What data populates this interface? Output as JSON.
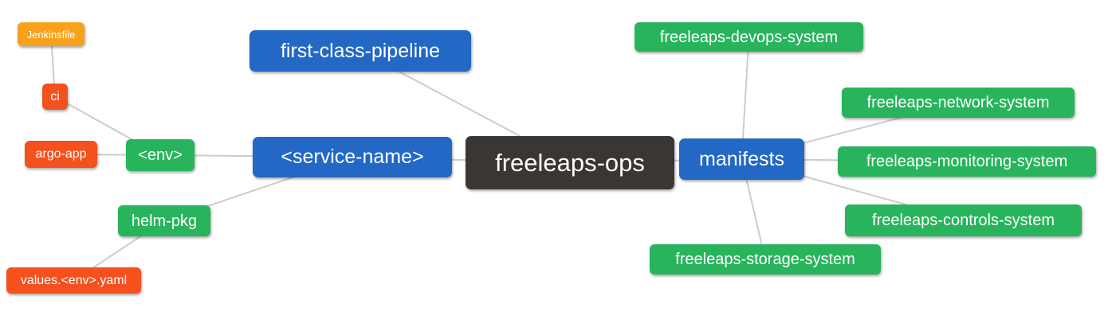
{
  "colors": {
    "root_dark": "#3A3633",
    "level2_blue": "#2268C4",
    "level3_green": "#28B45C",
    "level4_red": "#F4511E",
    "level5_orange": "#F9A11B",
    "edge": "#CCCCCC",
    "node_text": "#FFFFFF",
    "background": "#FFFFFF"
  },
  "nodes": {
    "freeleaps_ops": {
      "label": "freeleaps-ops"
    },
    "first_class_pipeline": {
      "label": "first-class-pipeline"
    },
    "service_name": {
      "label": "<service-name>"
    },
    "manifests": {
      "label": "manifests"
    },
    "env": {
      "label": "<env>"
    },
    "helm_pkg": {
      "label": "helm-pkg"
    },
    "argo_app": {
      "label": "argo-app"
    },
    "ci": {
      "label": "ci"
    },
    "jenkinsfile": {
      "label": "Jenkinsfile"
    },
    "values_env_yaml": {
      "label": "values.<env>.yaml"
    },
    "devops_system": {
      "label": "freeleaps-devops-system"
    },
    "network_system": {
      "label": "freeleaps-network-system"
    },
    "monitoring_system": {
      "label": "freeleaps-monitoring-system"
    },
    "controls_system": {
      "label": "freeleaps-controls-system"
    },
    "storage_system": {
      "label": "freeleaps-storage-system"
    }
  },
  "edges": [
    [
      "jenkinsfile",
      "ci"
    ],
    [
      "ci",
      "env"
    ],
    [
      "argo_app",
      "env"
    ],
    [
      "env",
      "service_name"
    ],
    [
      "helm_pkg",
      "service_name"
    ],
    [
      "values_env_yaml",
      "helm_pkg"
    ],
    [
      "first_class_pipeline",
      "freeleaps_ops"
    ],
    [
      "service_name",
      "freeleaps_ops"
    ],
    [
      "freeleaps_ops",
      "manifests"
    ],
    [
      "manifests",
      "devops_system"
    ],
    [
      "manifests",
      "network_system"
    ],
    [
      "manifests",
      "monitoring_system"
    ],
    [
      "manifests",
      "controls_system"
    ],
    [
      "manifests",
      "storage_system"
    ]
  ]
}
